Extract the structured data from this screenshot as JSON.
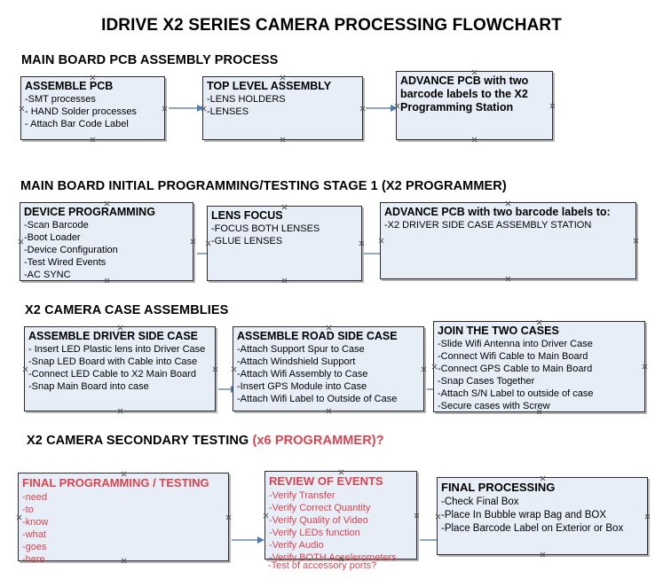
{
  "document": {
    "title": "IDRIVE X2  SERIES CAMERA PROCESSING FLOWCHART",
    "accent_red": "#d8434e",
    "box_fill": "#e8eef7",
    "box_border": "#2b2b2b",
    "arrow_color": "#8fa8c0",
    "arrowhead_color": "#4f7cb5"
  },
  "sections": [
    {
      "id": "main-board-pcb-assembly",
      "header": "MAIN BOARD PCB ASSEMBLY PROCESS",
      "header_accent": "",
      "boxes": [
        {
          "id": "assemble-pcb",
          "title": "ASSEMBLE PCB",
          "lines": [
            "-SMT processes",
            "- HAND Solder processes",
            "- Attach Bar Code Label"
          ]
        },
        {
          "id": "top-level-assembly",
          "title": "TOP LEVEL ASSEMBLY",
          "lines": [
            "-LENS HOLDERS",
            "-LENSES"
          ]
        },
        {
          "id": "advance-pcb-x2-programming-station",
          "title": "ADVANCE PCB with two barcode labels to the  X2 Programming Station",
          "lines": []
        }
      ]
    },
    {
      "id": "main-board-initial-programming",
      "header": "MAIN BOARD INITIAL PROGRAMMING/TESTING STAGE 1 (X2 PROGRAMMER)",
      "header_accent": "",
      "boxes": [
        {
          "id": "device-programming",
          "title": "DEVICE PROGRAMMING",
          "lines": [
            "-Scan Barcode",
            "-Boot Loader",
            "-Device Configuration",
            "-Test Wired Events",
            "-AC SYNC"
          ]
        },
        {
          "id": "lens-focus",
          "title": "LENS FOCUS",
          "lines": [
            "-FOCUS BOTH LENSES",
            "-GLUE LENSES"
          ]
        },
        {
          "id": "advance-pcb-driver-side-case",
          "title": "ADVANCE PCB with two barcode labels to:",
          "lines": [
            "-X2 DRIVER  SIDE  CASE  ASSEMBLY STATION"
          ]
        }
      ]
    },
    {
      "id": "x2-camera-case-assemblies",
      "header": "X2 CAMERA CASE ASSEMBLIES",
      "header_accent": "",
      "boxes": [
        {
          "id": "assemble-driver-side-case",
          "title": "ASSEMBLE DRIVER SIDE CASE",
          "lines": [
            "- Insert LED Plastic lens into Driver Case",
            "-Snap LED Board with Cable into Case",
            "-Connect LED Cable to X2 Main Board",
            "-Snap Main Board into case"
          ]
        },
        {
          "id": "assemble-road-side-case",
          "title": "ASSEMBLE ROAD SIDE CASE",
          "lines": [
            "-Attach Support Spur to Case",
            "-Attach Windshield Support",
            "-Attach Wifi Assembly to Case",
            "-Insert GPS Module into Case",
            "-Attach Wifi Label to Outside of Case"
          ]
        },
        {
          "id": "join-the-two-cases",
          "title": "JOIN THE TWO CASES",
          "lines": [
            "-Slide Wifi Antenna into Driver Case",
            "-Connect Wifi Cable to Main Board",
            "-Connect GPS Cable to Main Board",
            "-Snap Cases Together",
            "-Attach S/N Label to outside of case",
            "-Secure cases with Screw"
          ]
        }
      ]
    },
    {
      "id": "x2-camera-secondary-testing",
      "header": "X2 CAMERA SECONDARY TESTING ",
      "header_accent": "(x6 PROGRAMMER)?",
      "boxes": [
        {
          "id": "final-programming-testing",
          "title": "FINAL PROGRAMMING / TESTING",
          "lines": [
            "-need",
            "-to",
            "-know",
            "-what",
            "-goes",
            "-here"
          ]
        },
        {
          "id": "review-of-events",
          "title": "REVIEW OF EVENTS",
          "lines": [
            "-Verify Transfer",
            "-Verify Correct Quantity",
            "-Verify Quality of Video",
            "-Verify LEDs function",
            "-Verify Audio",
            "-Verify BOTH Accelerometers"
          ],
          "overflow_line": "-Test of accessory ports?"
        },
        {
          "id": "final-processing",
          "title": "FINAL PROCESSING",
          "lines": [
            " -Check Final Box",
            "-Place In Bubble wrap Bag and BOX",
            "-Place Barcode Label on Exterior or Box"
          ]
        }
      ]
    }
  ]
}
